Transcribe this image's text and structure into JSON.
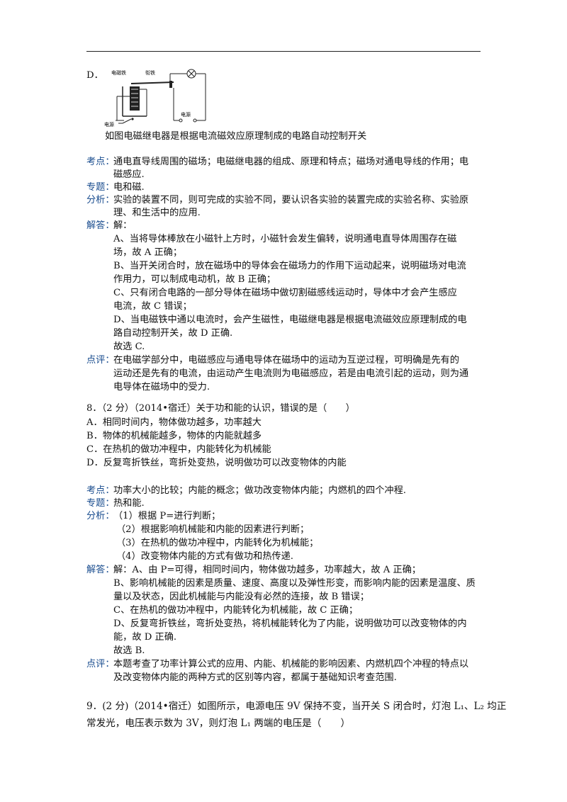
{
  "top_block": {
    "option_d_label": "D．",
    "figure": {
      "label_electromagnet": "电磁铁",
      "label_armature": "衔铁",
      "label_source_left": "电源",
      "label_source_right": "电源"
    },
    "caption": "如图电磁继电器是根据电流磁效应原理制成的电路自动控制开关"
  },
  "q7_solution": {
    "kaodian_label": "考点：",
    "kaodian": [
      "通电直导线周围的磁场；电磁继电器的组成、原理和特点；磁场对通电导线的作用；电",
      "磁感应."
    ],
    "zhuanti_label": "专题：",
    "zhuanti": "电和磁.",
    "fenxi_label": "分析：",
    "fenxi": [
      "实验的装置不同，则可完成的实验不同，要认识各实验的装置完成的实验名称、实验原",
      "理、和生活中的应用."
    ],
    "jieda_label": "解答：",
    "jieda": [
      "解：",
      "A、当将导体棒放在小磁针上方时，小磁针会发生偏转，说明通电直导体周围存在磁",
      "场，故 A 正确；",
      "B、当开关闭合时，放在磁场中的导体会在磁场力的作用下运动起来，说明磁场对电流",
      "作用力，可以制成电动机，故 B 正确；",
      "C、只有闭合电路的一部分导体在磁场中做切割磁感线运动时，导体中才会产生感应",
      "电流，故 C 错误；",
      "D、当电磁铁中通以电流时，会产生磁性，电磁继电器是根据电流磁效应原理制成的电",
      "路自动控制开关，故 D 正确.",
      "故选 C."
    ],
    "dianping_label": "点评：",
    "dianping": [
      "在电磁学部分中，电磁感应与通电导体在磁场中的运动为互逆过程，可明确是先有的",
      "运动还是先有的电流，由运动产生电流则为电磁感应，若是由电流引起的运动，则为通",
      "电导体在磁场中的受力."
    ]
  },
  "q8": {
    "stem": "8．（2 分）（2014•宿迁）关于功和能的认识，错误的是（　　）",
    "options": [
      "A．相同时间内，物体做功越多，功率越大",
      "B．物体的机械能越多，物体的内能就越多",
      "C．在热机的做功冲程中，内能转化为机械能",
      "D．反复弯折铁丝，弯折处变热，说明做功可以改变物体的内能"
    ],
    "kaodian_label": "考点：",
    "kaodian": "功率大小的比较；内能的概念；做功改变物体内能；内燃机的四个冲程.",
    "zhuanti_label": "专题：",
    "zhuanti": "热和能.",
    "fenxi_label": "分析：",
    "fenxi": [
      "（1）根据 P=进行判断；",
      "（2）根据影响机械能和内能的因素进行判断；",
      "（3）在热机的做功冲程中，内能转化为机械能；",
      "（4）改变物体内能的方式有做功和热传递."
    ],
    "jieda_label": "解答：",
    "jieda": [
      "解：A、由 P=可得，相同时间内，物体做功越多，功率越大，故 A 正确；",
      "B、影响机械能的因素是质量、速度、高度以及弹性形变，而影响内能的因素是温度、质",
      "量以及状态，因此机械能与内能没有必然的连接，故 B 错误；",
      "C、在热机的做功冲程中，内能转化为机械能，故 C 正确；",
      "D、反复弯折铁丝，弯折处变热，将机械能转化为了内能，说明做功可以改变物体的内",
      "能，故 D 正确.",
      "故选 B."
    ],
    "dianping_label": "点评：",
    "dianping": [
      "本题考查了功率计算公式的应用、内能、机械能的影响因素、内燃机四个冲程的特点以",
      "及改变物体内能的两种方式的区别等内容，都属于基础知识考查范围."
    ]
  },
  "q9": {
    "line1": "9．(2 分)（2014•宿迁）如图所示，电源电压 9V 保持不变，当开关 S 闭合时，灯泡 L₁、L₂ 均正",
    "line2": "常发光，电压表示数为 3V，则灯泡 L₁ 两端的电压是（　　）"
  }
}
